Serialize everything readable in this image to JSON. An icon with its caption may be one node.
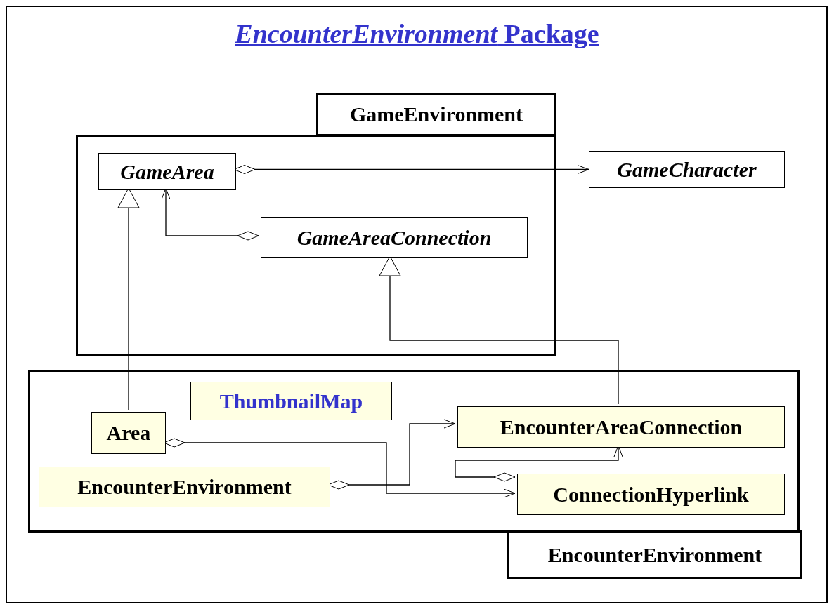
{
  "diagram": {
    "title": "*EncounterEnvironment* Package",
    "nodes": [
      {
        "text": [
          "GameEnvironment"
        ]
      },
      {
        "text": [],
        "shape": "box"
      },
      {
        "text": [
          "GameArea"
        ],
        "in": 1
      },
      {
        "text": [
          "GameAreaConnection"
        ],
        "in": 1
      },
      {
        "text": [
          "GameCharacter"
        ]
      },
      {
        "text": [],
        "shape": "box"
      },
      {
        "text": [
          "ThumbnailMap"
        ],
        "in": 5
      },
      {
        "text": [
          "Area"
        ],
        "in": 5
      },
      {
        "text": [
          "EncounterAreaConnection"
        ],
        "in": 5
      },
      {
        "text": [
          "EncounterEnvironment"
        ],
        "in": 5
      },
      {
        "text": [
          "ConnectionHyperlink"
        ],
        "in": 5
      },
      {
        "text": [
          "EncounterEnvironment"
        ]
      }
    ],
    "edges": [
      {
        "from": 2,
        "to": 4,
        "arrow": "to"
      },
      {
        "from": 3,
        "to": 2,
        "arrow": "to"
      },
      {
        "from": 7,
        "to": 2,
        "arrow": "to"
      },
      {
        "from": 8,
        "to": 3,
        "arrow": "to"
      },
      {
        "from": 7,
        "to": 10,
        "arrow": "to"
      },
      {
        "from": 9,
        "to": 8,
        "arrow": "to"
      },
      {
        "from": 10,
        "to": 8,
        "arrow": "to"
      }
    ]
  }
}
